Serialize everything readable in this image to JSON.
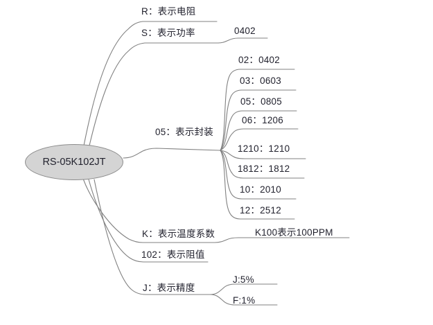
{
  "diagram": {
    "type": "mind-map",
    "title_root": "RS-05K102JT",
    "background_color": "#ffffff",
    "line_color": "#808080",
    "text_color": "#22222e",
    "root_fill_color": "#d4d4d4",
    "root_border_color": "#8c8c8c"
  },
  "root": {
    "label": "RS-05K102JT"
  },
  "branches": [
    {
      "id": "r",
      "label": "R：表示电阻",
      "children": []
    },
    {
      "id": "s",
      "label": "S：表示功率",
      "children": [
        {
          "id": "s-0402",
          "label": "0402"
        }
      ]
    },
    {
      "id": "package",
      "label": "05：表示封装",
      "children": [
        {
          "id": "pkg-02",
          "label": "02：0402"
        },
        {
          "id": "pkg-03",
          "label": "03：0603"
        },
        {
          "id": "pkg-05",
          "label": "05：0805"
        },
        {
          "id": "pkg-06",
          "label": "06：1206"
        },
        {
          "id": "pkg-1210",
          "label": "1210：1210"
        },
        {
          "id": "pkg-1812",
          "label": "1812：1812"
        },
        {
          "id": "pkg-10",
          "label": "10：2010"
        },
        {
          "id": "pkg-12",
          "label": "12：2512"
        }
      ]
    },
    {
      "id": "k",
      "label": "K：表示温度系数",
      "children": [
        {
          "id": "k-100",
          "label": "K100表示100PPM"
        }
      ]
    },
    {
      "id": "value",
      "label": "102：表示阻值",
      "children": []
    },
    {
      "id": "tolerance",
      "label": "J：表示精度",
      "children": [
        {
          "id": "tol-j",
          "label": "J:5%"
        },
        {
          "id": "tol-f",
          "label": "F:1%"
        }
      ]
    }
  ]
}
